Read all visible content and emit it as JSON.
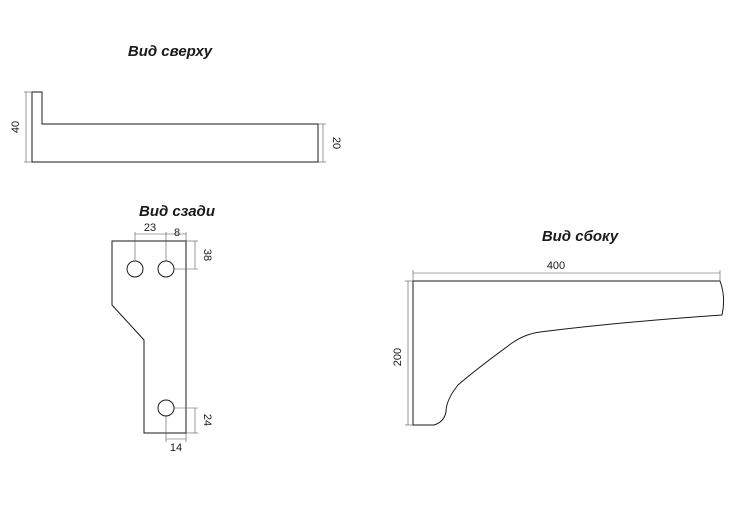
{
  "views": {
    "top": {
      "title": "Вид сверху",
      "dim_height": "40",
      "dim_thickness": "20"
    },
    "back": {
      "title": "Вид сзади",
      "dim_hole_offset": "23",
      "dim_hole_gap": "8",
      "dim_top_offset": "38",
      "dim_bottom_offset": "24",
      "dim_bottom_width": "14"
    },
    "side": {
      "title": "Вид сбоку",
      "dim_length": "400",
      "dim_height": "200"
    }
  },
  "colors": {
    "line": "#1a1a1a",
    "dimension": "#555555",
    "background": "#ffffff"
  }
}
